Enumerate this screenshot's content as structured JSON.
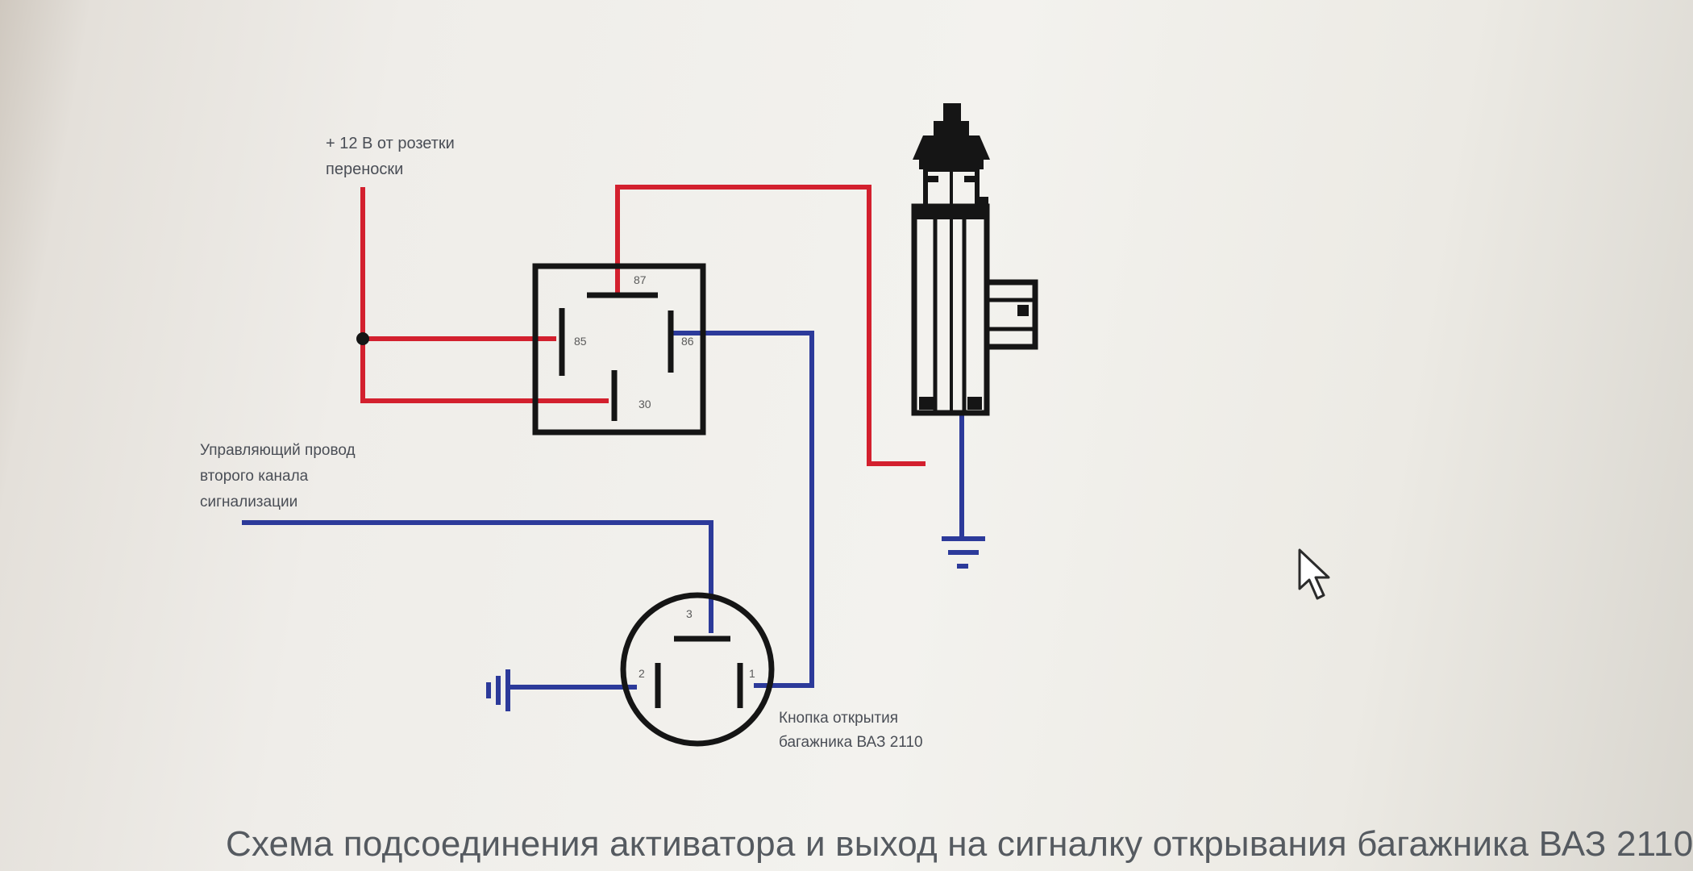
{
  "labels": {
    "power_line1": "+ 12 В от розетки",
    "power_line2": "переноски",
    "control_line1": "Управляющий провод",
    "control_line2": "второго канала",
    "control_line3": "сигнализации",
    "button_line1": "Кнопка открытия",
    "button_line2": "багажника ВАЗ 2110"
  },
  "relay": {
    "pin_87": "87",
    "pin_85": "85",
    "pin_86": "86",
    "pin_30": "30"
  },
  "button_pins": {
    "p3": "3",
    "p2": "2",
    "p1": "1"
  },
  "caption": "Схема подсоединения активатора и выход на сигналку открывания багажника ВАЗ 2110",
  "colors": {
    "red_wire": "#d3202e",
    "blue_wire": "#2c3a9a",
    "black": "#151515"
  }
}
